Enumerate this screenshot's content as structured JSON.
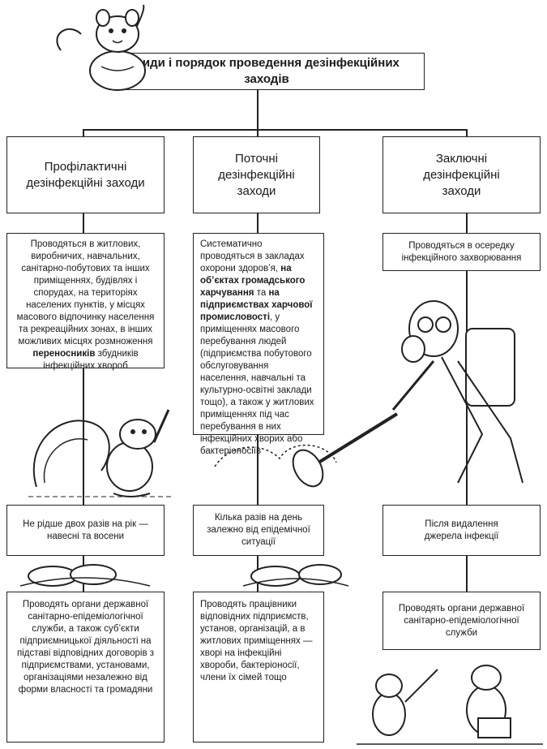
{
  "title": "Види і порядок проведення дезінфекційних заходів",
  "columns": [
    {
      "heading": "Профілактичні дезінфекційні заходи",
      "scope": [
        {
          "t": "Проводяться в житлових, виробничих, навчальних, санітарно-побутових та інших приміщеннях, будівлях і спорудах, на територіях населених пунктів, у місцях масового відпочинку населення та рекреаційних зонах, в інших можливих місцях розмноження ",
          "b": false
        },
        {
          "t": "переносників",
          "b": true
        },
        {
          "t": " збудників інфекційних хвороб",
          "b": false
        }
      ],
      "frequency": "Не рідше двох разів на рік — навесні та восени",
      "performers": "Проводять органи державної санітарно-епідеміологічної служби, а також суб’єкти підприємницької діяльності на підставі відповідних договорів з підприємствами, установами, організаціями незалежно від форми власності та громадяни"
    },
    {
      "heading": "Поточні дезінфекційні заходи",
      "scope": [
        {
          "t": "Систематично проводяться в закладах охорони здоров’я, ",
          "b": false
        },
        {
          "t": "на об’єктах громадського харчування",
          "b": true
        },
        {
          "t": " та ",
          "b": false
        },
        {
          "t": "на підприємствах харчової промисловості",
          "b": true
        },
        {
          "t": ", у приміщеннях масового перебування людей (підприємства побутового обслуговування населення, навчальні та культурно-освітні заклади тощо), а також у житлових приміщеннях під час перебування в них інфекційних хворих або бактеріоносіїв",
          "b": false
        }
      ],
      "frequency": "Кілька разів на день залежно від епідемічної ситуації",
      "performers": "Проводять працівники відповідних підприємств, установ, організацій, а в житлових приміщеннях — хворі на інфекційні хвороби, бактеріоносії, члени їх сімей тощо"
    },
    {
      "heading": "Заключні дезінфекційні заходи",
      "scope": [
        {
          "t": "Проводяться в осередку інфекційного захворювання",
          "b": false
        }
      ],
      "frequency": "Після видалення джерела інфекції",
      "performers": "Проводять органи державної санітарно-епідеміологічної служби"
    }
  ]
}
